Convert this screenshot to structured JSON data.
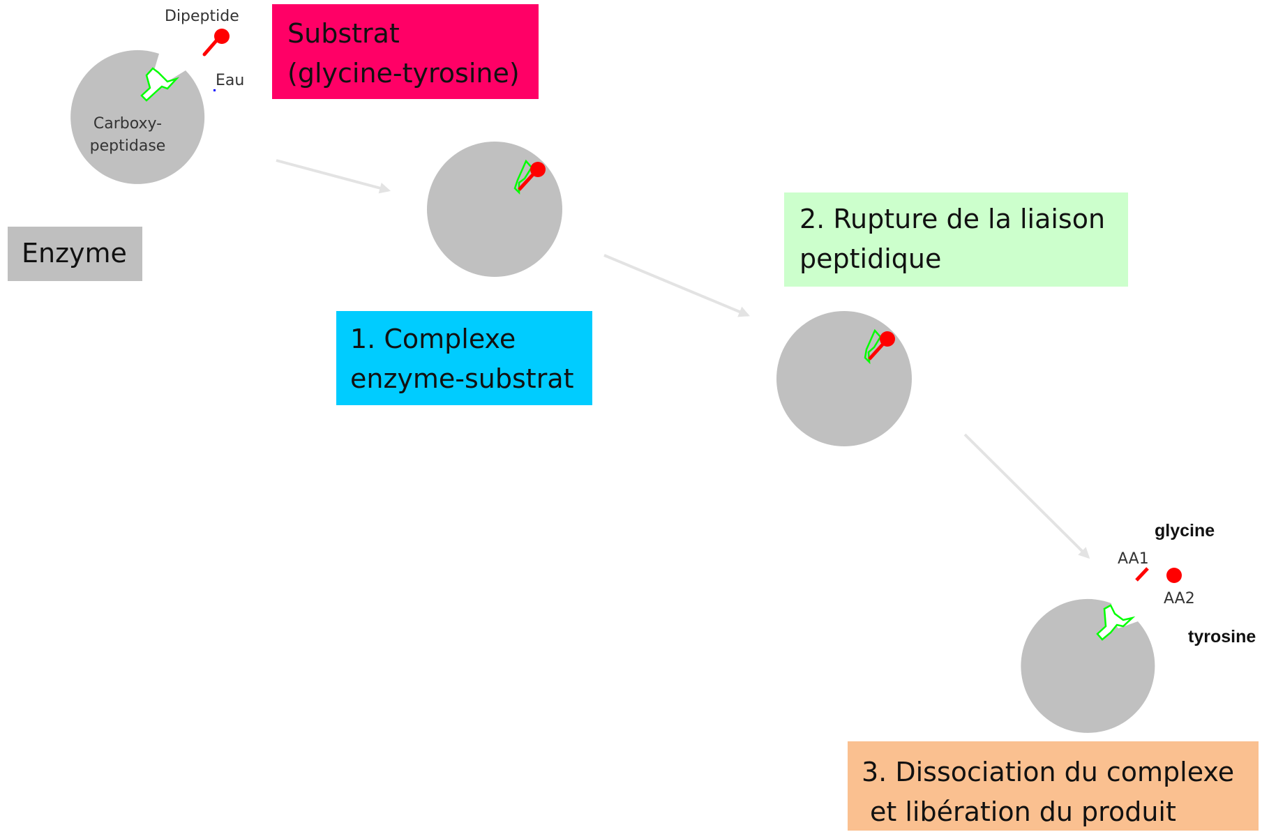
{
  "diagram": {
    "labels": {
      "dipeptide": "Dipeptide",
      "eau": "Eau",
      "enzyme_name_line1": "Carboxy-",
      "enzyme_name_line2": "peptidase",
      "aa1": "AA1",
      "aa2": "AA2",
      "glycine": "glycine",
      "tyrosine": "tyrosine"
    },
    "boxes": {
      "substrat": {
        "line1": "Substrat",
        "line2": "(glycine-tyrosine)"
      },
      "enzyme": {
        "line1": "Enzyme"
      },
      "complexe": {
        "line1": "1. Complexe",
        "line2": "enzyme-substrat"
      },
      "rupture": {
        "line1": "2. Rupture de la liaison",
        "line2": "peptidique"
      },
      "dissociation": {
        "line1": "3. Dissociation du complexe",
        "line2": "et libération du produit"
      }
    },
    "colors": {
      "enzyme": "#c0c0c0",
      "substrate": "#ff0000",
      "active_site_outline": "#00ff00",
      "arrow": "#e3e3e3",
      "substrat_box": "#ff0066",
      "enzyme_box": "#bfbfbf",
      "complexe_box": "#00ccff",
      "rupture_box": "#ccffcc",
      "dissociation_box": "#fac090"
    }
  }
}
